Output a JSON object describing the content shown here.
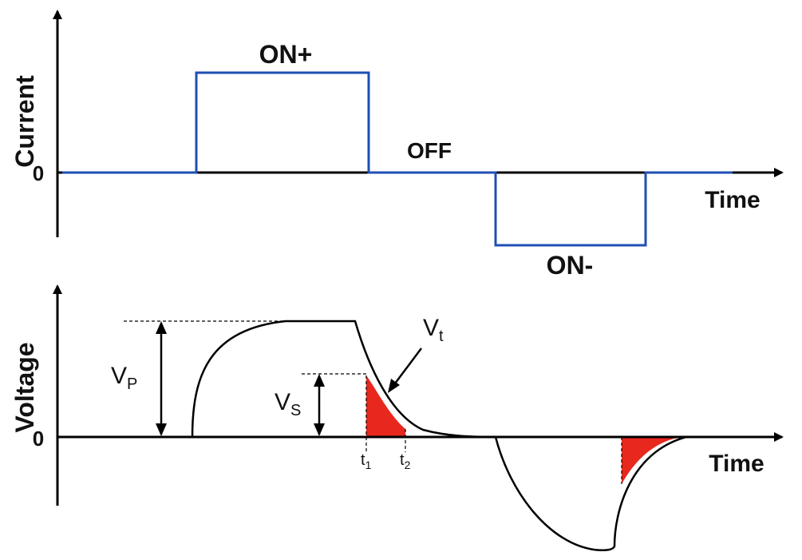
{
  "current_plot": {
    "ylabel": "Current",
    "zero_label": "0",
    "xlabel": "Time",
    "on_plus_label": "ON+",
    "off_label": "OFF",
    "on_minus_label": "ON-"
  },
  "voltage_plot": {
    "ylabel": "Voltage",
    "zero_label": "0",
    "xlabel": "Time",
    "vp_main": "V",
    "vp_sub": "P",
    "vs_main": "V",
    "vs_sub": "S",
    "vt_main": "V",
    "vt_sub": "t",
    "t1_main": "t",
    "t1_sub": "1",
    "t2_main": "t",
    "t2_sub": "2"
  },
  "colors": {
    "current_waveform": "#1f4fb4",
    "shaded_area": "#e8281e",
    "axis": "#000000"
  }
}
